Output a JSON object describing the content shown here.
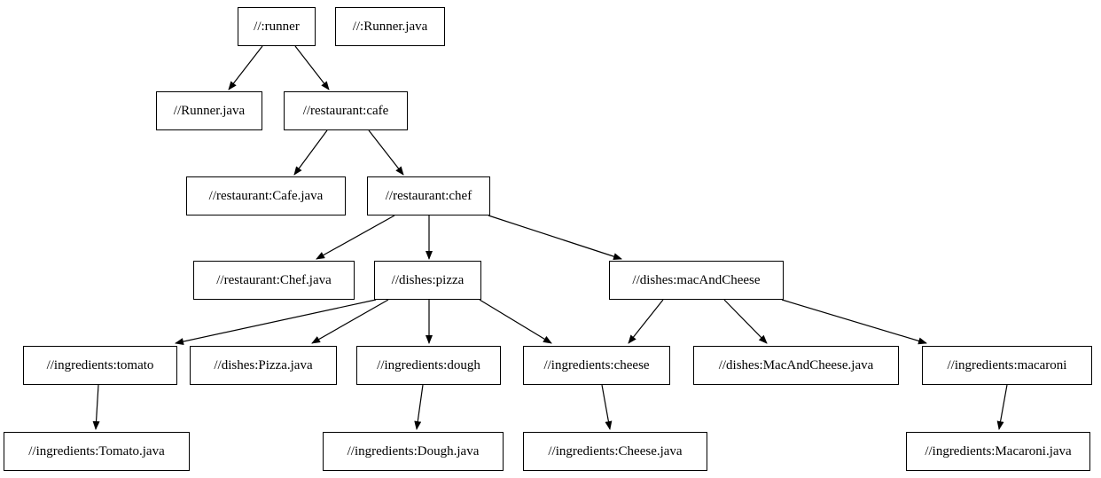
{
  "diagram": {
    "type": "dependency-graph",
    "background_color": "#ffffff",
    "node_fill_color": "#ffffff",
    "node_border_color": "#000000",
    "edge_color": "#000000",
    "text_color": "#000000",
    "nodes": [
      {
        "id": "root-runner",
        "label": "//:runner"
      },
      {
        "id": "root-runner-java",
        "label": "//:Runner.java"
      },
      {
        "id": "runner-java",
        "label": "//Runner.java"
      },
      {
        "id": "restaurant-cafe",
        "label": "//restaurant:cafe"
      },
      {
        "id": "restaurant-cafe-java",
        "label": "//restaurant:Cafe.java"
      },
      {
        "id": "restaurant-chef",
        "label": "//restaurant:chef"
      },
      {
        "id": "restaurant-chef-java",
        "label": "//restaurant:Chef.java"
      },
      {
        "id": "dishes-pizza",
        "label": "//dishes:pizza"
      },
      {
        "id": "dishes-mac-and-cheese",
        "label": "//dishes:macAndCheese"
      },
      {
        "id": "ingredients-tomato",
        "label": "//ingredients:tomato"
      },
      {
        "id": "dishes-pizza-java",
        "label": "//dishes:Pizza.java"
      },
      {
        "id": "ingredients-dough",
        "label": "//ingredients:dough"
      },
      {
        "id": "ingredients-cheese",
        "label": "//ingredients:cheese"
      },
      {
        "id": "dishes-mac-and-cheese-java",
        "label": "//dishes:MacAndCheese.java"
      },
      {
        "id": "ingredients-macaroni",
        "label": "//ingredients:macaroni"
      },
      {
        "id": "ingredients-tomato-java",
        "label": "//ingredients:Tomato.java"
      },
      {
        "id": "ingredients-dough-java",
        "label": "//ingredients:Dough.java"
      },
      {
        "id": "ingredients-cheese-java",
        "label": "//ingredients:Cheese.java"
      },
      {
        "id": "ingredients-macaroni-java",
        "label": "//ingredients:Macaroni.java"
      }
    ],
    "edges": [
      {
        "from": "//:runner",
        "to": "//Runner.java"
      },
      {
        "from": "//:runner",
        "to": "//restaurant:cafe"
      },
      {
        "from": "//restaurant:cafe",
        "to": "//restaurant:Cafe.java"
      },
      {
        "from": "//restaurant:cafe",
        "to": "//restaurant:chef"
      },
      {
        "from": "//restaurant:chef",
        "to": "//restaurant:Chef.java"
      },
      {
        "from": "//restaurant:chef",
        "to": "//dishes:pizza"
      },
      {
        "from": "//restaurant:chef",
        "to": "//dishes:macAndCheese"
      },
      {
        "from": "//dishes:pizza",
        "to": "//ingredients:tomato"
      },
      {
        "from": "//dishes:pizza",
        "to": "//dishes:Pizza.java"
      },
      {
        "from": "//dishes:pizza",
        "to": "//ingredients:dough"
      },
      {
        "from": "//dishes:pizza",
        "to": "//ingredients:cheese"
      },
      {
        "from": "//dishes:macAndCheese",
        "to": "//ingredients:cheese"
      },
      {
        "from": "//dishes:macAndCheese",
        "to": "//dishes:MacAndCheese.java"
      },
      {
        "from": "//dishes:macAndCheese",
        "to": "//ingredients:macaroni"
      },
      {
        "from": "//ingredients:tomato",
        "to": "//ingredients:Tomato.java"
      },
      {
        "from": "//ingredients:dough",
        "to": "//ingredients:Dough.java"
      },
      {
        "from": "//ingredients:cheese",
        "to": "//ingredients:Cheese.java"
      },
      {
        "from": "//ingredients:macaroni",
        "to": "//ingredients:Macaroni.java"
      }
    ]
  }
}
